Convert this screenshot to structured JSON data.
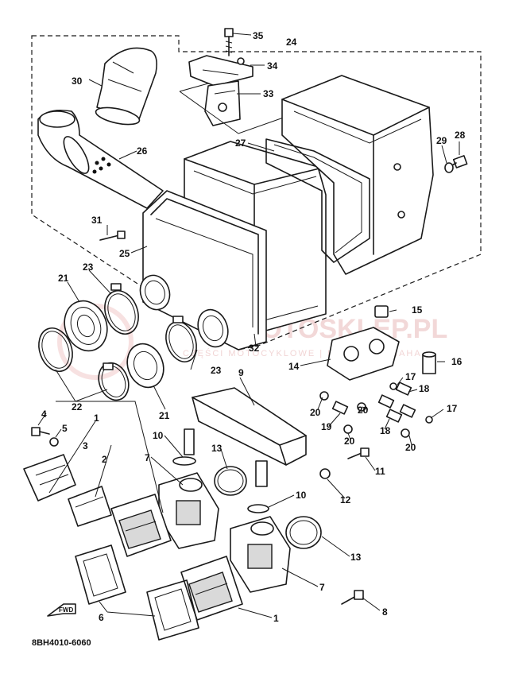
{
  "diagram": {
    "code": "8BH4010-6060",
    "front_mark": "FWD",
    "watermark": {
      "brand": "MOTOSKLEP.PL",
      "tagline": "CZĘŚCI MOTOCYKLOWE | DEALER YAMAHA"
    },
    "labels": [
      {
        "id": "l35",
        "text": "35"
      },
      {
        "id": "l24",
        "text": "24"
      },
      {
        "id": "l34",
        "text": "34"
      },
      {
        "id": "l30",
        "text": "30"
      },
      {
        "id": "l33",
        "text": "33"
      },
      {
        "id": "l27",
        "text": "27"
      },
      {
        "id": "l26",
        "text": "26"
      },
      {
        "id": "l28",
        "text": "28"
      },
      {
        "id": "l29",
        "text": "29"
      },
      {
        "id": "l31",
        "text": "31"
      },
      {
        "id": "l25",
        "text": "25"
      },
      {
        "id": "l23a",
        "text": "23"
      },
      {
        "id": "l21a",
        "text": "21"
      },
      {
        "id": "l15",
        "text": "15"
      },
      {
        "id": "l32",
        "text": "32"
      },
      {
        "id": "l14",
        "text": "14"
      },
      {
        "id": "l16",
        "text": "16"
      },
      {
        "id": "l23b",
        "text": "23"
      },
      {
        "id": "l9",
        "text": "9"
      },
      {
        "id": "l17a",
        "text": "17"
      },
      {
        "id": "l18a",
        "text": "18"
      },
      {
        "id": "l22",
        "text": "22"
      },
      {
        "id": "l21b",
        "text": "21"
      },
      {
        "id": "l20a",
        "text": "20"
      },
      {
        "id": "l20b",
        "text": "20"
      },
      {
        "id": "l17b",
        "text": "17"
      },
      {
        "id": "l4",
        "text": "4"
      },
      {
        "id": "l1a",
        "text": "1"
      },
      {
        "id": "l19",
        "text": "19"
      },
      {
        "id": "l18b",
        "text": "18"
      },
      {
        "id": "l5",
        "text": "5"
      },
      {
        "id": "l20c",
        "text": "20"
      },
      {
        "id": "l20d",
        "text": "20"
      },
      {
        "id": "l10a",
        "text": "10"
      },
      {
        "id": "l3",
        "text": "3"
      },
      {
        "id": "l2",
        "text": "2"
      },
      {
        "id": "l7a",
        "text": "7"
      },
      {
        "id": "l13a",
        "text": "13"
      },
      {
        "id": "l11",
        "text": "11"
      },
      {
        "id": "l12",
        "text": "12"
      },
      {
        "id": "l10b",
        "text": "10"
      },
      {
        "id": "l13b",
        "text": "13"
      },
      {
        "id": "l7b",
        "text": "7"
      },
      {
        "id": "l8",
        "text": "8"
      },
      {
        "id": "l6",
        "text": "6"
      },
      {
        "id": "l1b",
        "text": "1"
      }
    ]
  }
}
